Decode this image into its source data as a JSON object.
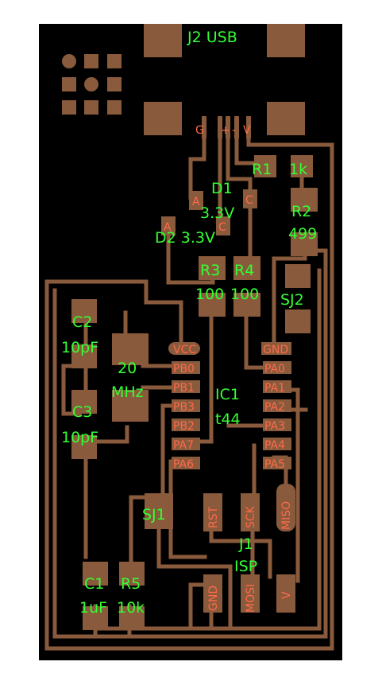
{
  "colors": {
    "board": "#000000",
    "copper": "#8a5a3c",
    "pin_text": "#ff6a4a",
    "label_text": "#33ff33",
    "frame": "#ffffff"
  },
  "labels": {
    "j2": "J2 USB",
    "d1": "D1",
    "d1v": "3.3V",
    "d2": "D2 3.3V",
    "r1": "R1",
    "r1v": "1k",
    "r2": "R2",
    "r2v": "499",
    "r3": "R3",
    "r3v": "100",
    "r4": "R4",
    "r4v": "100",
    "sj2": "SJ2",
    "c2": "C2",
    "c2v": "10pF",
    "xtal": "20",
    "xtal2": "MHz",
    "c3": "C3",
    "c3v": "10pF",
    "ic1": "IC1",
    "ic1v": "t44",
    "sj1": "SJ1",
    "j1": "J1",
    "j1v": "ISP",
    "c1": "C1",
    "c1v": "1uF",
    "r5": "R5",
    "r5v": "10k"
  },
  "pins": {
    "usb_g": "G",
    "usb_m": "-",
    "usb_p": "+",
    "usb_v": "V",
    "d1_a": "A",
    "d1_c": "C",
    "d2_a": "A",
    "d2_c": "C",
    "vcc": "VCC",
    "pb0": "PB0",
    "pb1": "PB1",
    "pb3": "PB3",
    "pb2": "PB2",
    "pa7": "PA7",
    "pa6": "PA6",
    "gnd": "GND",
    "pa0": "PA0",
    "pa1": "PA1",
    "pa2": "PA2",
    "pa3": "PA3",
    "pa4": "PA4",
    "pa5": "PA5",
    "rst": "RST",
    "sck": "SCK",
    "miso": "MISO",
    "gnd2": "GND",
    "mosi": "MOSI",
    "v": "V"
  }
}
